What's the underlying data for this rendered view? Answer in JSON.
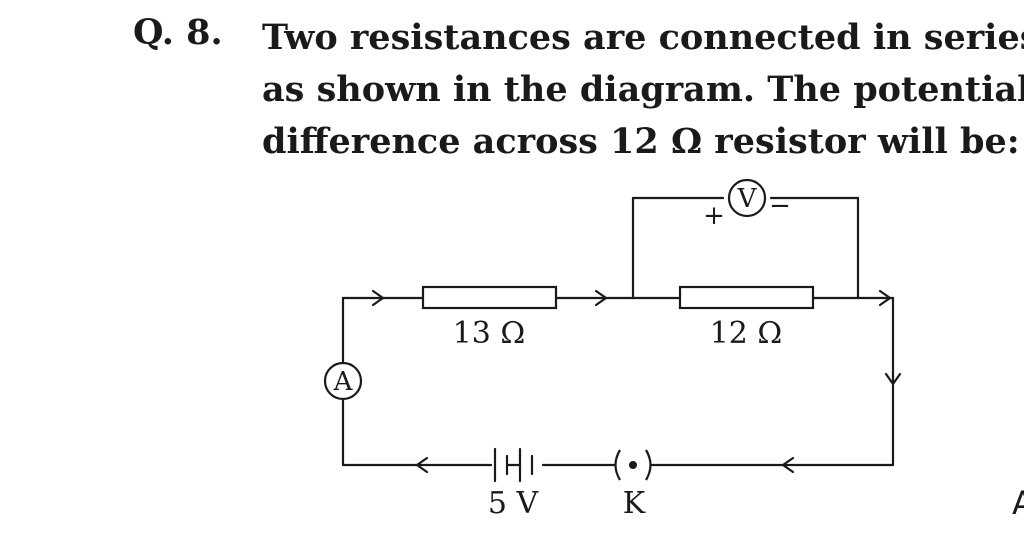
{
  "question": {
    "number": "Q. 8.",
    "lines": [
      "Two resistances are connected in series",
      "as shown in the diagram. The potential",
      "difference across 12 Ω resistor will be:"
    ]
  },
  "circuit": {
    "resistor_1_label": "13 Ω",
    "resistor_2_label": "12 Ω",
    "ammeter_symbol": "A",
    "voltmeter_symbol": "V",
    "voltmeter_plus": "+",
    "voltmeter_minus": "−",
    "battery_label": "5 V",
    "key_label": "K",
    "key_symbol": "( • )"
  },
  "edge_fragment": "A"
}
